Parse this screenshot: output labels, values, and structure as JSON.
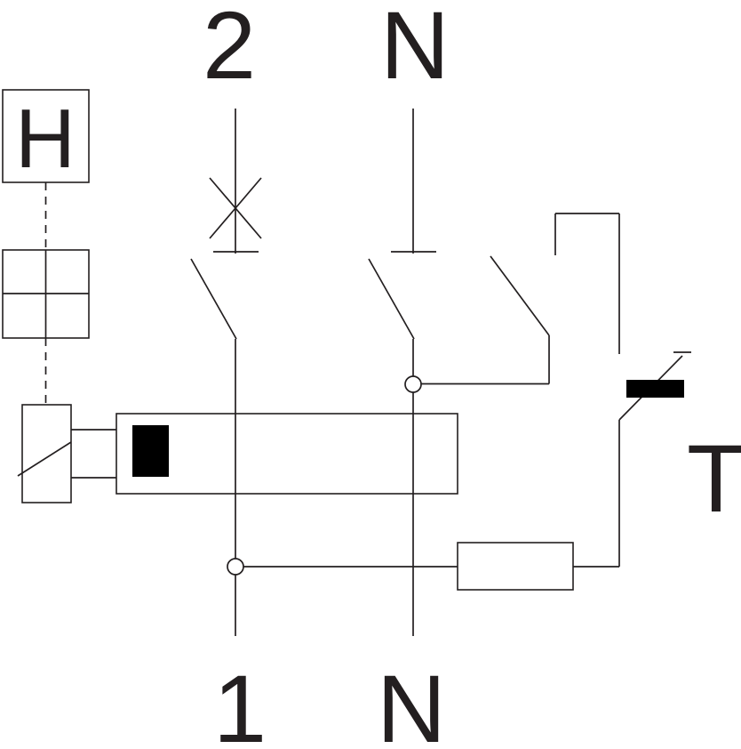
{
  "diagram": {
    "terminals": {
      "top_left": "2",
      "top_right": "N",
      "bottom_left": "1",
      "bottom_right": "N"
    },
    "labels": {
      "handle": "H",
      "test_button": "T"
    },
    "colors": {
      "line": "#231f20",
      "background": "#ffffff",
      "filled_elements": "#000000"
    }
  }
}
